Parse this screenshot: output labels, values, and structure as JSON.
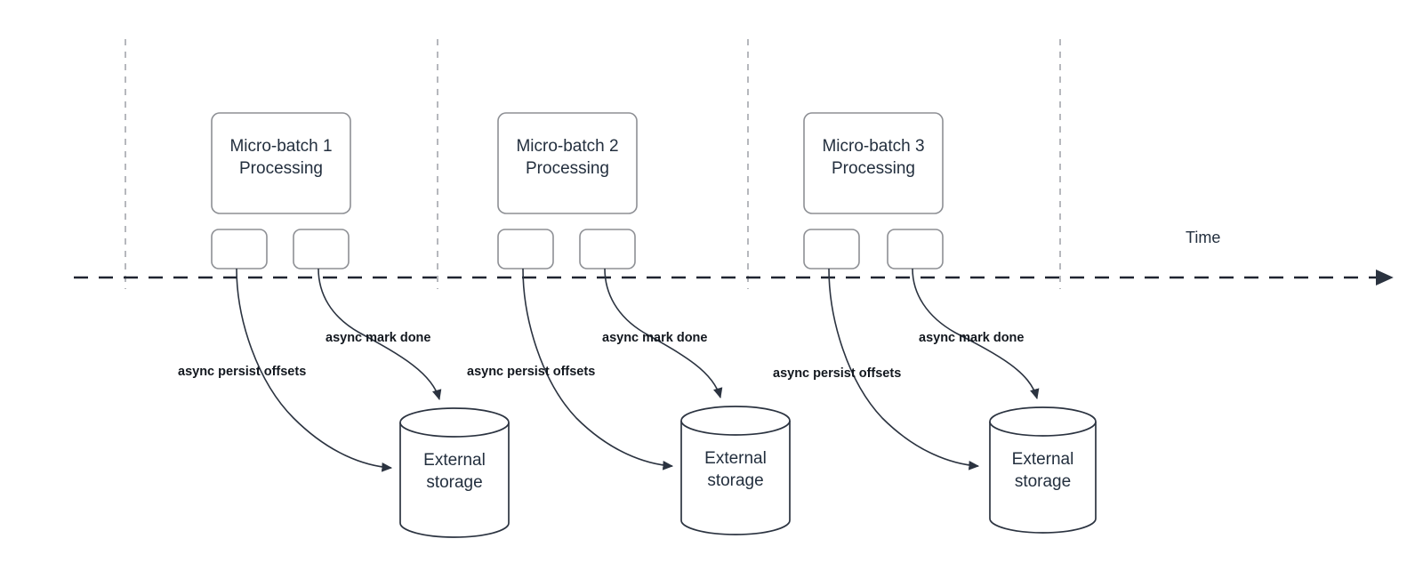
{
  "diagram": {
    "title_text_present": false,
    "colors": {
      "node_stroke": "#8d8f94",
      "cylinder_stroke": "#2b3340",
      "text": "#232f3e",
      "label_text": "#13181f",
      "timeline_stroke": "#1f2430",
      "divider_stroke": "#b6b8bd",
      "arrow_stroke": "#2b3340",
      "background": "#ffffff"
    },
    "timeline": {
      "label": "Time",
      "style": "dashed",
      "arrow_head": "right"
    },
    "dividers": [
      {
        "name": "divider-1"
      },
      {
        "name": "divider-2"
      },
      {
        "name": "divider-3"
      },
      {
        "name": "divider-4"
      }
    ],
    "batches": [
      {
        "id": "batch-1",
        "title": "Micro-batch 1\nProcessing",
        "task_boxes": [
          {
            "id": "batch-1-task-a",
            "label": ""
          },
          {
            "id": "batch-1-task-b",
            "label": ""
          }
        ],
        "storage": {
          "id": "storage-1",
          "label": "External\nstorage"
        },
        "edges": [
          {
            "id": "batch-1-persist",
            "label": "async persist offsets"
          },
          {
            "id": "batch-1-mark",
            "label": "async mark done"
          }
        ]
      },
      {
        "id": "batch-2",
        "title": "Micro-batch 2\nProcessing",
        "task_boxes": [
          {
            "id": "batch-2-task-a",
            "label": ""
          },
          {
            "id": "batch-2-task-b",
            "label": ""
          }
        ],
        "storage": {
          "id": "storage-2",
          "label": "External\nstorage"
        },
        "edges": [
          {
            "id": "batch-2-persist",
            "label": "async persist offsets"
          },
          {
            "id": "batch-2-mark",
            "label": "async mark done"
          }
        ]
      },
      {
        "id": "batch-3",
        "title": "Micro-batch 3\nProcessing",
        "task_boxes": [
          {
            "id": "batch-3-task-a",
            "label": ""
          },
          {
            "id": "batch-3-task-b",
            "label": ""
          }
        ],
        "storage": {
          "id": "storage-3",
          "label": "External\nstorage"
        },
        "edges": [
          {
            "id": "batch-3-persist",
            "label": "async persist offsets"
          },
          {
            "id": "batch-3-mark",
            "label": "async mark done"
          }
        ]
      }
    ]
  }
}
